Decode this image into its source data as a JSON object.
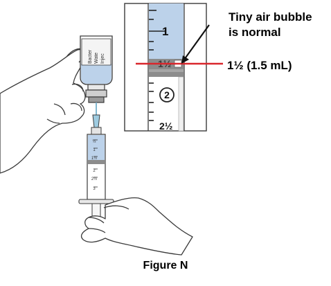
{
  "callout": {
    "line1": "Tiny air bubble",
    "line2": "is normal"
  },
  "measurement_label": "1½ (1.5 mL)",
  "caption": "Figure N",
  "zoom_ticks": [
    "1",
    "1½",
    "2",
    "2½"
  ],
  "syringe_ticks": [
    "½",
    "1",
    "1½",
    "2",
    "2½",
    "3"
  ],
  "vial_label_lines": [
    "Bacter",
    "Wate",
    "Injec"
  ],
  "colors": {
    "fluid": "#bcd2ea",
    "plunger_stopper": "#8c8c8c",
    "needle_blue": "#9ecbe0",
    "marker_line": "#d9262c",
    "skin": "#ffffff",
    "outline": "#3a3a3a"
  },
  "icons": [
    "hand-left-icon",
    "hand-right-icon",
    "vial-icon",
    "syringe-icon",
    "magnifier-box-icon"
  ]
}
